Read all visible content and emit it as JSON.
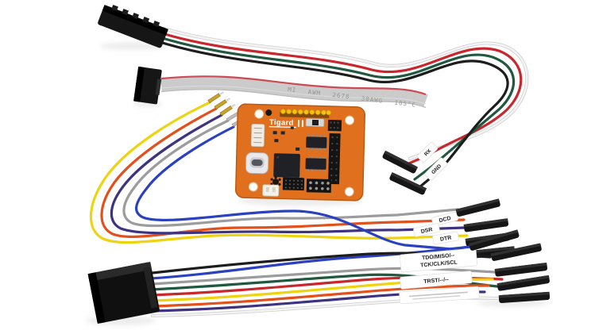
{
  "board": {
    "title": "Tigard",
    "color": "#e0701d",
    "edge_color": "#b95a12"
  },
  "ribbon_cable": {
    "marking": "MI AWM 2678 30AWG 105°C",
    "color": "#cbcbcb",
    "stripe": "#cc4a55"
  },
  "wire_labels": {
    "rx": "RX",
    "gnd": "GND",
    "dcd": "DCD",
    "dsr": "DSR",
    "dtr": "DTR",
    "jtag_row1": "TDO/MISO/--",
    "jtag_row2": "TCK/CLK/SCL",
    "trst": "TRST/--/--"
  },
  "colors": {
    "background": "#ffffff",
    "connector_black": "#161616",
    "connector_face": "#2a2a2a",
    "label_bg": "#ffffff",
    "wire_red": "#c8272d",
    "wire_white": "#f3f3f3",
    "wire_white_edge": "#cfcfcf",
    "wire_green": "#205840",
    "wire_black": "#1d1d1d",
    "wire_yellow": "#eed310",
    "wire_orange": "#e2511c",
    "wire_purple": "#3e3380",
    "wire_gray": "#9c9c9c",
    "wire_blue": "#2b41c0",
    "crimp_gold": "#c9a22b",
    "crimp_silver": "#bcbcbc",
    "chip_black": "#1f2126",
    "usb_silver": "#e9e9ec",
    "header_yellow": "#f2c40f"
  }
}
